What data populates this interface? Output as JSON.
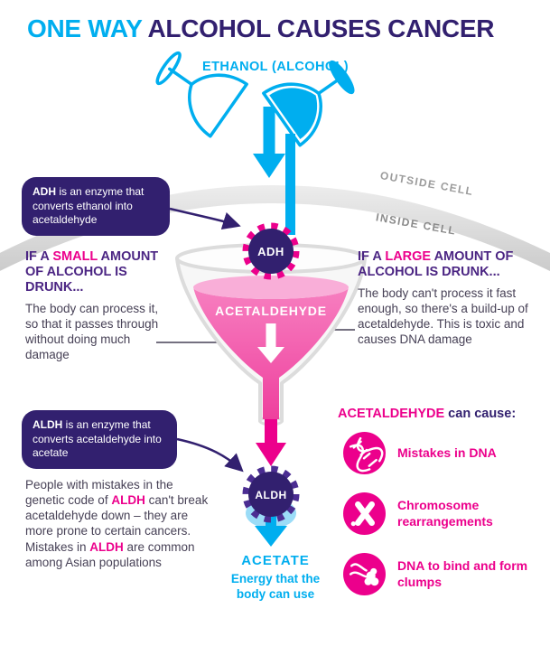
{
  "palette": {
    "cyan": "#00AEEF",
    "purple": "#32206F",
    "violet": "#4B2583",
    "pink": "#EC008C",
    "ink": "#474156",
    "gray": "#9C9C9C"
  },
  "title": {
    "highlight": "ONE WAY",
    "rest": " ALCOHOL CAUSES CANCER"
  },
  "funnel": {
    "ethanol_label": "ETHANOL (ALCOHOL)",
    "outside_cell": "OUTSIDE CELL",
    "inside_cell": "INSIDE CELL",
    "adh_gear": "ADH",
    "aldh_gear": "ALDH",
    "acetaldehyde": "ACETALDEHYDE",
    "acetate": "ACETATE",
    "acetate_sub": "Energy that the body can use"
  },
  "adh_note": {
    "enzyme": "ADH",
    "text": " is an enzyme that converts ethanol into acetaldehyde"
  },
  "aldh_note": {
    "enzyme": "ALDH",
    "text": " is an enzyme that converts acetaldehyde into acetate"
  },
  "small_amount": {
    "pre": "IF A ",
    "em": "SMALL",
    "post": " AMOUNT OF ALCOHOL IS DRUNK...",
    "body": "The body can process it, so that it passes through without doing much damage"
  },
  "large_amount": {
    "pre": "IF A ",
    "em": "LARGE",
    "post": " AMOUNT OF ALCOHOL IS DRUNK...",
    "body": "The body can't process it fast enough, so there's a build-up of acetaldehyde. This is toxic and causes DNA damage"
  },
  "genetics": {
    "p1": "People with mistakes in the genetic code of ",
    "em1": "ALDH",
    "p2": " can't break acetaldehyde down – they are more prone to certain cancers. Mistakes in ",
    "em2": "ALDH",
    "p3": " are common among Asian populations"
  },
  "causes": {
    "em": "ACETALDEHYDE",
    "rest": " can cause:",
    "items": [
      {
        "icon": "dna-mistake-icon",
        "label": "Mistakes in DNA"
      },
      {
        "icon": "chromosome-icon",
        "label": "Chromosome rearrangements"
      },
      {
        "icon": "dna-clump-icon",
        "label": "DNA to bind and form clumps"
      }
    ]
  }
}
